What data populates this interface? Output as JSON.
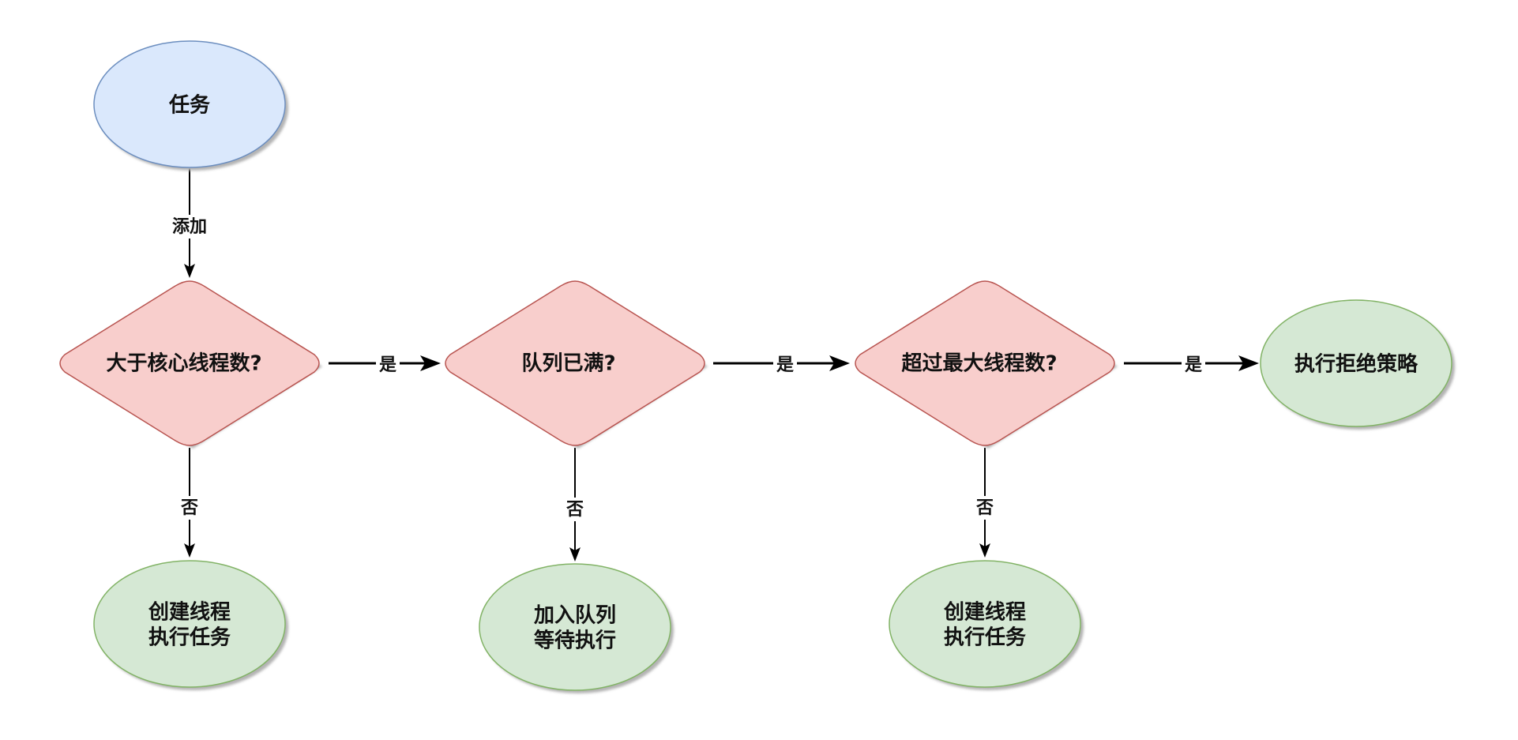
{
  "colors": {
    "start_fill": "#dae8fc",
    "start_stroke": "#6c8ebf",
    "decision_fill": "#f8cecc",
    "decision_stroke": "#b85450",
    "result_fill": "#d5e8d4",
    "result_stroke": "#82b366",
    "edge": "#000000",
    "shadow": "#b3b3b3"
  },
  "nodes": {
    "task": {
      "lines": [
        "任务"
      ]
    },
    "decision_core": {
      "lines": [
        "大于核心线程数?"
      ]
    },
    "decision_queue": {
      "lines": [
        "队列已满?"
      ]
    },
    "decision_max": {
      "lines": [
        "超过最大线程数?"
      ]
    },
    "reject": {
      "lines": [
        "执行拒绝策略"
      ]
    },
    "create_thread_1": {
      "lines": [
        "创建线程",
        "执行任务"
      ]
    },
    "enqueue": {
      "lines": [
        "加入队列",
        "等待执行"
      ]
    },
    "create_thread_2": {
      "lines": [
        "创建线程",
        "执行任务"
      ]
    }
  },
  "edges": {
    "add": "添加",
    "core_yes": "是",
    "queue_yes": "是",
    "max_yes": "是",
    "core_no": "否",
    "queue_no": "否",
    "max_no": "否"
  }
}
